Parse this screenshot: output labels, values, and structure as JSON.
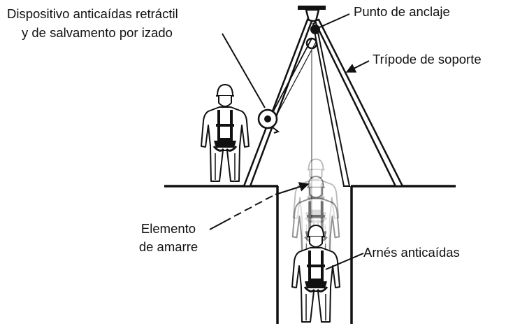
{
  "labels": {
    "device_line1": "Dispositivo anticaídas retráctil",
    "device_line2": "y de salvamento por izado",
    "anchor": "Punto de anclaje",
    "tripod": "Trípode de soporte",
    "lanyard_line1": "Elemento",
    "lanyard_line2": "de amarre",
    "harness": "Arnés anticaídas"
  },
  "colors": {
    "ink": "#111111",
    "ghost": "#c4c4c4",
    "ghost_dark": "#a8a8a8",
    "background": "#ffffff"
  }
}
